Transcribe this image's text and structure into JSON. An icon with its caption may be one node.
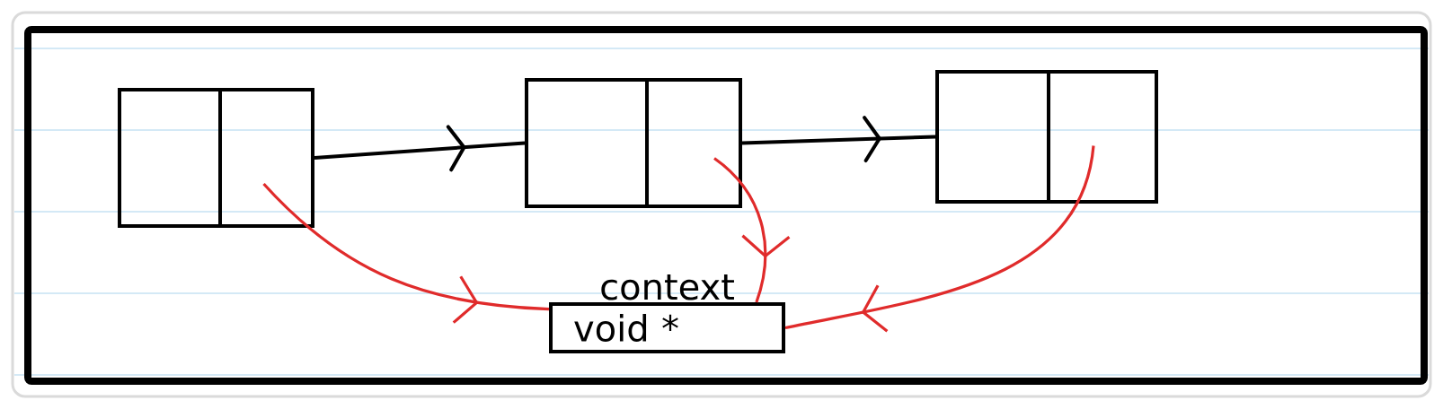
{
  "diagram": {
    "nodes": [
      {
        "text": [],
        "shape": "box"
      },
      {
        "text": [],
        "shape": "box"
      },
      {
        "text": [],
        "shape": "box"
      },
      {
        "text": [
          "context",
          "void *"
        ]
      }
    ],
    "edges": [
      {
        "from": 0,
        "to": 1,
        "arrow": "to",
        "color": "#000000"
      },
      {
        "from": 1,
        "to": 2,
        "arrow": "to",
        "color": "#000000"
      },
      {
        "from": 0,
        "to": 3,
        "arrow": "to"
      },
      {
        "from": 1,
        "to": 3,
        "arrow": "to"
      },
      {
        "from": 2,
        "to": 3,
        "arrow": "to"
      }
    ]
  }
}
